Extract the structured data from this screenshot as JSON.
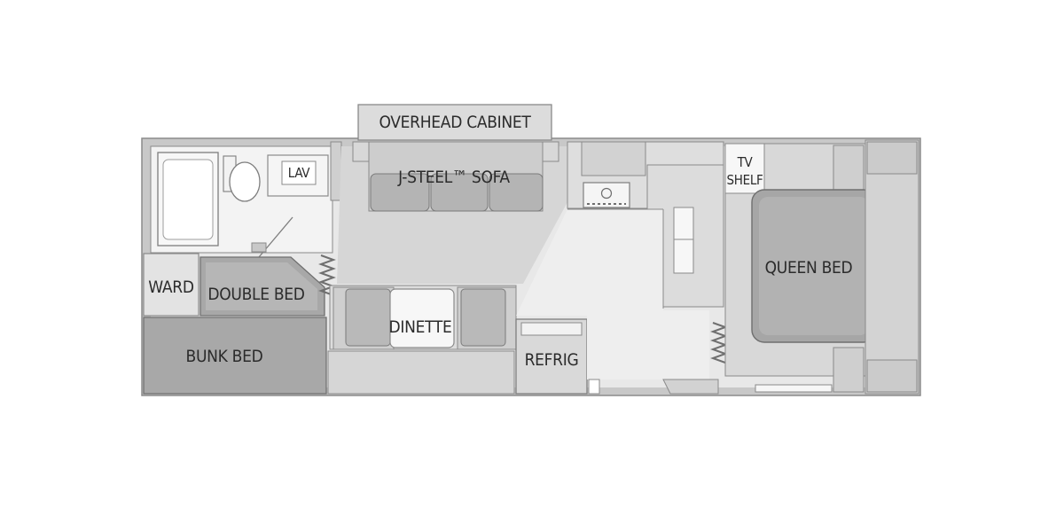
{
  "floorplan": {
    "labels": {
      "overhead_cabinet": "OVERHEAD CABINET",
      "sofa": "J-STEEL™ SOFA",
      "lav": "LAV",
      "ward": "WARD",
      "double_bed": "DOUBLE BED",
      "bunk_bed": "BUNK BED",
      "dinette": "DINETTE",
      "refrig": "REFRIG",
      "tv_shelf_line1": "TV",
      "tv_shelf_line2": "SHELF",
      "queen_bed": "QUEEN BED"
    },
    "colors": {
      "wall": "#c8c8c8",
      "floor": "#e6e6e6",
      "furniture": "#d4d4d4",
      "bed": "#a6a6a6",
      "outline": "#8a8a8a",
      "white": "#f7f7f7"
    }
  }
}
